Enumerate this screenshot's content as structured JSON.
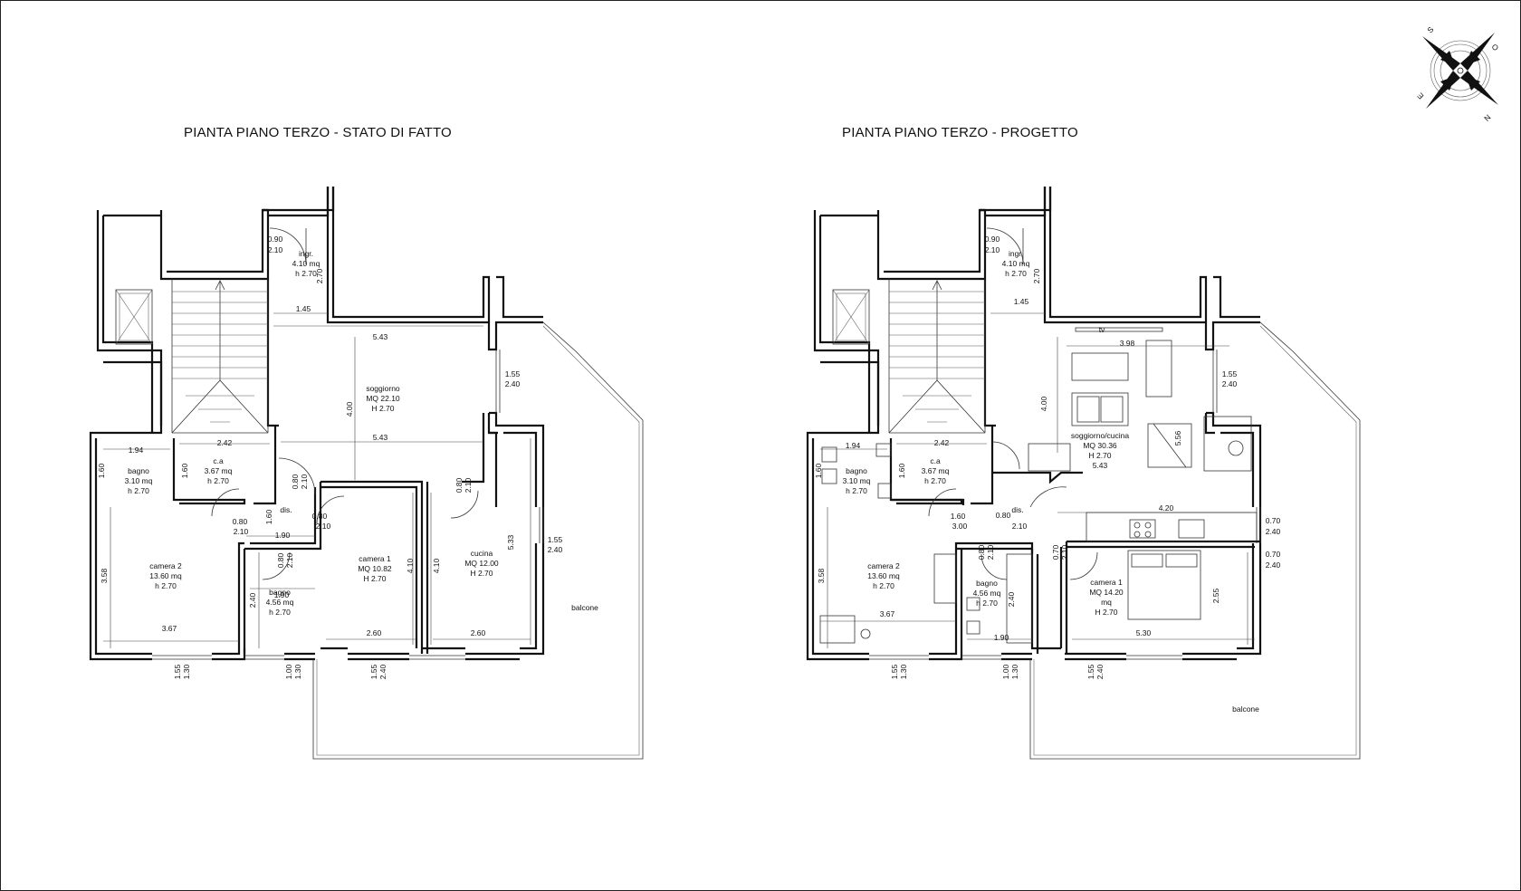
{
  "titles": {
    "left": "PIANTA PIANO TERZO - STATO DI FATTO",
    "right": "PIANTA PIANO TERZO - PROGETTO"
  },
  "compass": {
    "letters": [
      "S",
      "O",
      "E",
      "N"
    ],
    "icon": "compass-rose-icon"
  },
  "stato": {
    "rooms": [
      {
        "id": "ingr",
        "lines": [
          "ingr.",
          "4.10 mq",
          "h 2.70"
        ]
      },
      {
        "id": "soggiorno",
        "lines": [
          "soggiorno",
          "MQ 22.10",
          "H 2.70"
        ]
      },
      {
        "id": "bagno1",
        "lines": [
          "bagno",
          "3.10 mq",
          "h 2.70"
        ]
      },
      {
        "id": "ca",
        "lines": [
          "c.a",
          "3.67 mq",
          "h 2.70"
        ]
      },
      {
        "id": "dis",
        "lines": [
          "dis."
        ]
      },
      {
        "id": "camera2",
        "lines": [
          "camera 2",
          "13.60 mq",
          "h 2.70"
        ]
      },
      {
        "id": "bagno2",
        "lines": [
          "bagno",
          "4.56 mq",
          "h 2.70"
        ]
      },
      {
        "id": "camera1",
        "lines": [
          "camera 1",
          "MQ 10.82",
          "H 2.70"
        ]
      },
      {
        "id": "cucina",
        "lines": [
          "cucina",
          "MQ 12.00",
          "H 2.70"
        ]
      },
      {
        "id": "balcone",
        "lines": [
          "balcone"
        ]
      }
    ],
    "dims": [
      "0.90",
      "2.10",
      "2.70",
      "1.45",
      "5.43",
      "1.55",
      "2.40",
      "4.00",
      "5.43",
      "1.94",
      "2.42",
      "1.60",
      "1.60",
      "0.80",
      "2.10",
      "0.80",
      "2.10",
      "1.60",
      "0.80",
      "2.10",
      "0.80",
      "2.10",
      "1.90",
      "0.80",
      "2.10",
      "1.90",
      "3.58",
      "5.33",
      "1.55",
      "2.40",
      "4.10",
      "4.10",
      "2.40",
      "3.67",
      "2.60",
      "2.60",
      "1.55",
      "1.30",
      "1.00",
      "1.30",
      "1.55",
      "2.40"
    ]
  },
  "progetto": {
    "rooms": [
      {
        "id": "ingr",
        "lines": [
          "ingr.",
          "4.10 mq",
          "h 2.70"
        ]
      },
      {
        "id": "soggiorno",
        "lines": [
          "soggiorno/cucina",
          "MQ 30.36",
          "H 2.70",
          "5.43"
        ]
      },
      {
        "id": "tv",
        "lines": [
          "tv"
        ]
      },
      {
        "id": "bagno1",
        "lines": [
          "bagno",
          "3.10 mq",
          "h 2.70"
        ]
      },
      {
        "id": "ca",
        "lines": [
          "c.a",
          "3.67 mq",
          "h 2.70"
        ]
      },
      {
        "id": "dis",
        "lines": [
          "dis."
        ]
      },
      {
        "id": "camera2",
        "lines": [
          "camera 2",
          "13.60 mq",
          "h 2.70"
        ]
      },
      {
        "id": "bagno2",
        "lines": [
          "bagno",
          "4.56 mq",
          "h 2.70"
        ]
      },
      {
        "id": "camera1",
        "lines": [
          "camera 1",
          "MQ 14.20",
          "mq",
          "H 2.70"
        ]
      },
      {
        "id": "balcone",
        "lines": [
          "balcone"
        ]
      }
    ],
    "dims": [
      "0.90",
      "2.10",
      "2.70",
      "1.45",
      "3.98",
      "1.55",
      "2.40",
      "4.00",
      "5.56",
      "1.94",
      "2.42",
      "1.60",
      "1.60",
      "0.80",
      "2.10",
      "1.60",
      "3.00",
      "0.80",
      "2.10",
      "0.70",
      "2.10",
      "1.90",
      "2.40",
      "3.58",
      "3.67",
      "4.20",
      "0.70",
      "2.40",
      "0.70",
      "2.40",
      "2.55",
      "5.30",
      "1.55",
      "1.30",
      "1.00",
      "1.30",
      "1.55",
      "2.40"
    ]
  }
}
